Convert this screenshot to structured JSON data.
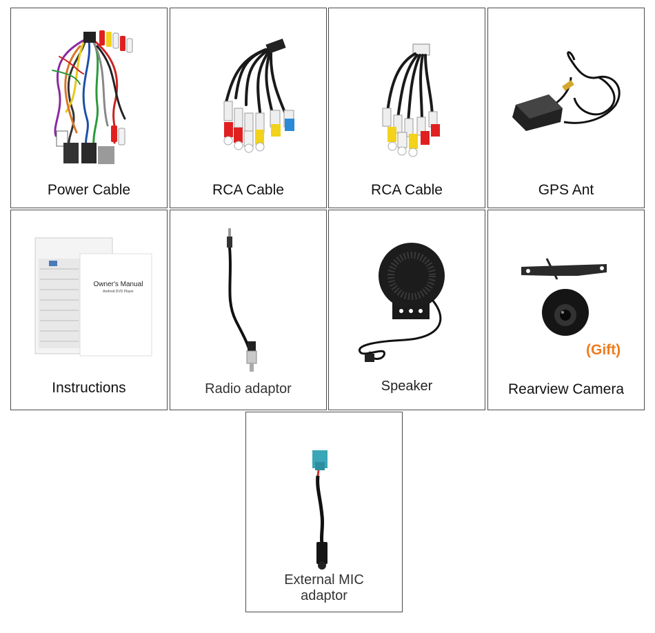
{
  "items": [
    {
      "label": "Power Cable",
      "icon": "power-cable-image"
    },
    {
      "label": "RCA Cable",
      "icon": "rca-cable-image"
    },
    {
      "label": "RCA Cable",
      "icon": "rca-cable-image"
    },
    {
      "label": "GPS Ant",
      "icon": "gps-antenna-image"
    },
    {
      "label": "Instructions",
      "icon": "owners-manual-image"
    },
    {
      "label": "Radio adaptor",
      "icon": "radio-adaptor-image"
    },
    {
      "label": "Speaker",
      "icon": "speaker-image"
    },
    {
      "label": "Rearview Camera",
      "icon": "rearview-camera-image",
      "badge": "(Gift)"
    },
    {
      "label_line1": "External MIC",
      "label_line2": "adaptor",
      "icon": "mic-adaptor-image"
    }
  ],
  "manual": {
    "title": "Owner's Manual",
    "subtitle": "Android DVD Player"
  },
  "colors": {
    "border": "#4a4a4a",
    "gift": "#f07a1a",
    "rca_red": "#e02020",
    "rca_yellow": "#f2d21a",
    "rca_white": "#f2f2f2",
    "mic_connector": "#3aa6b8"
  }
}
